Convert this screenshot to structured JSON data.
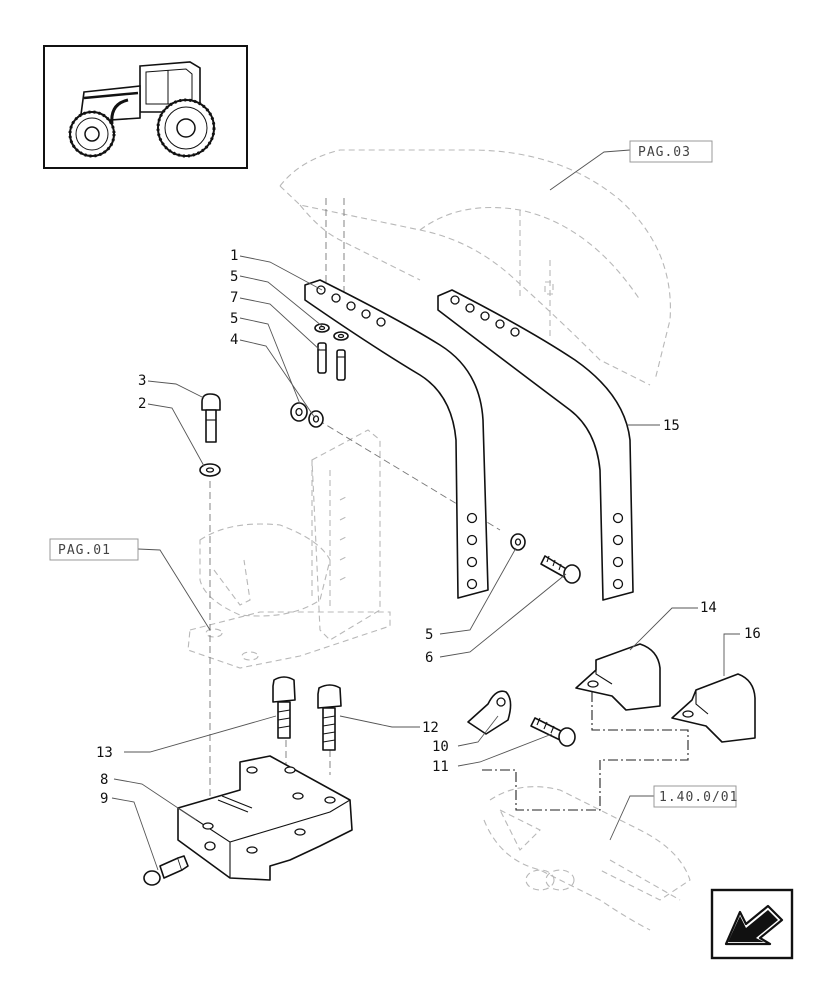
{
  "thumbnail": {
    "icon": "tractor-thumbnail-icon"
  },
  "references": [
    {
      "id": "pag03",
      "text": "PAG.03"
    },
    {
      "id": "pag01",
      "text": "PAG.01"
    },
    {
      "id": "ref14001",
      "text": "1.40.0/01"
    }
  ],
  "callouts": {
    "c1": "1",
    "c5a": "5",
    "c7": "7",
    "c5b": "5",
    "c4": "4",
    "c3": "3",
    "c2": "2",
    "c15": "15",
    "c5c": "5",
    "c6": "6",
    "c14": "14",
    "c16": "16",
    "c12": "12",
    "c13": "13",
    "c10": "10",
    "c11": "11",
    "c8": "8",
    "c9": "9"
  },
  "nav": {
    "icon": "back-arrow-icon"
  },
  "colors": {
    "line": "#111111",
    "ghost": "#b8b8b8",
    "leader": "#555555"
  }
}
